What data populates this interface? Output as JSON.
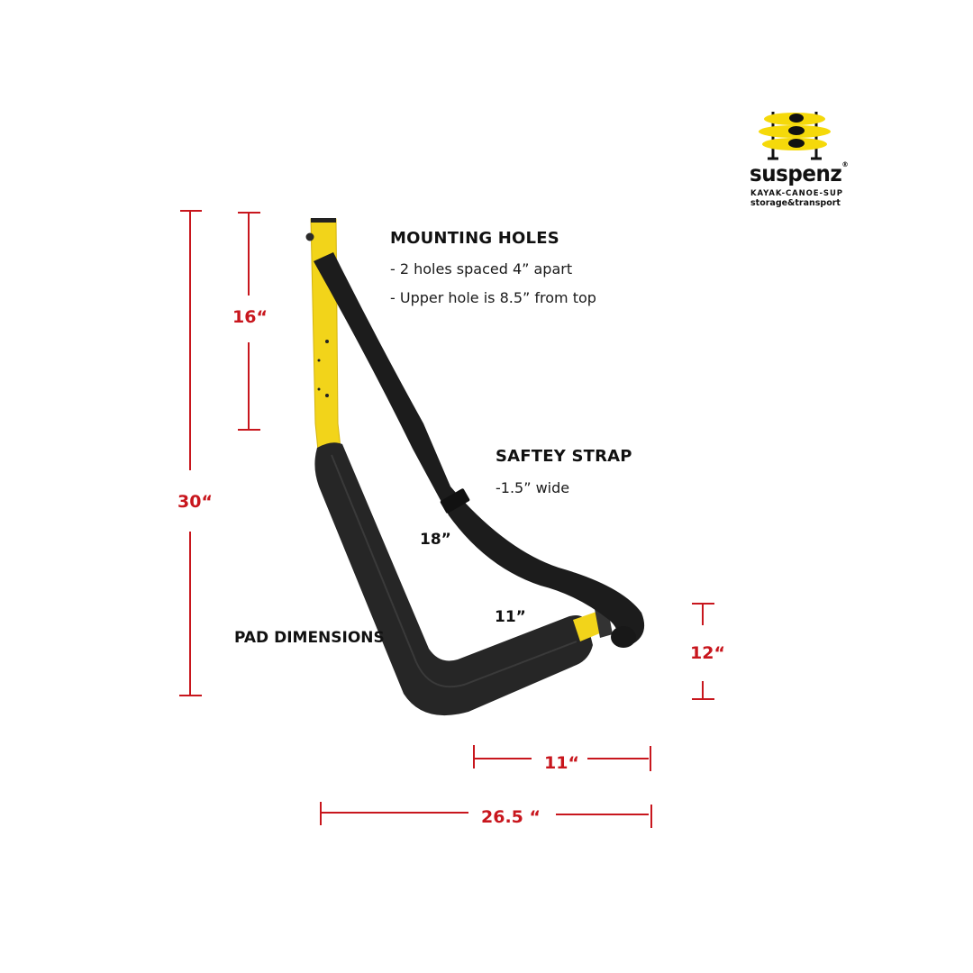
{
  "brand": {
    "name": "suspenz",
    "registered_mark": "®",
    "tagline_line1": "KAYAK-CANOE-SUP",
    "tagline_line2": "storage&transport",
    "logo_icon": "stacked-kayaks-icon",
    "colors": {
      "yellow": "#f5d90a",
      "black": "#111111"
    }
  },
  "product": {
    "name": "kayak wall rack arm with pad and strap",
    "frame_color": "#f2d41a",
    "pad_color": "#2a2a2a",
    "strap_color": "#1f1f1f"
  },
  "annotations": {
    "mounting_holes": {
      "title": "MOUNTING HOLES",
      "lines": [
        "- 2 holes spaced 4” apart",
        "- Upper hole is 8.5” from top"
      ]
    },
    "safety_strap": {
      "title": "SAFTEY STRAP",
      "lines": [
        "-1.5” wide"
      ]
    },
    "pad_dimensions": {
      "title": "PAD DIMENSIONS",
      "long_side": "18”",
      "short_side": "11”"
    }
  },
  "dimensions": {
    "color": "#c8161d",
    "total_height": "30“",
    "upright_height": "16“",
    "arm_height": "12“",
    "arm_depth": "11“",
    "total_depth": "26.5 “"
  }
}
